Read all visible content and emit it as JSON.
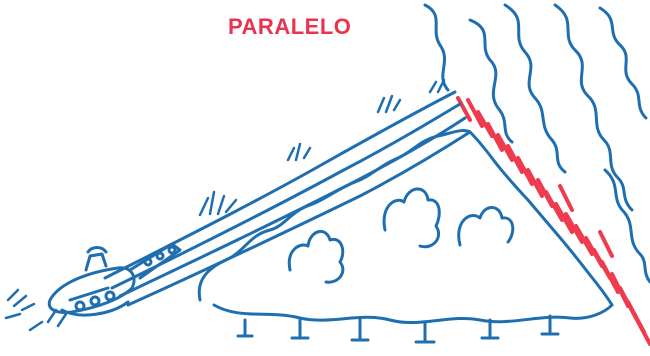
{
  "title": "PARALELO",
  "colors": {
    "title": "#e8344e",
    "ink": "#1f6fb0",
    "fire": "#ee3b4e",
    "background": "#ffffff"
  },
  "icons": [
    "smoke-lines",
    "fire-front",
    "tractor-with-operator",
    "bushes",
    "fire-line",
    "grass-tufts"
  ]
}
